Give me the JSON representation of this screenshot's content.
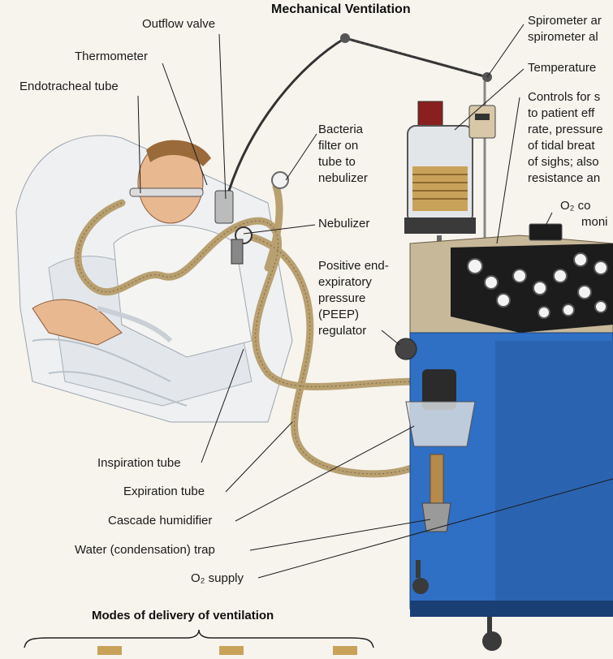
{
  "title": "Mechanical Ventilation",
  "subtitle": "Modes of delivery of ventilation",
  "labels": {
    "outflow_valve": "Outflow valve",
    "thermometer": "Thermometer",
    "endotracheal_tube": "Endotracheal tube",
    "bacteria_filter": [
      "Bacteria",
      "filter on",
      "tube to",
      "nebulizer"
    ],
    "nebulizer": "Nebulizer",
    "peep": [
      "Positive end-",
      "expiratory",
      "pressure",
      "(PEEP)",
      "regulator"
    ],
    "inspiration_tube": "Inspiration tube",
    "expiration_tube": "Expiration tube",
    "cascade_humidifier": "Cascade humidifier",
    "water_trap": "Water (condensation) trap",
    "o2_supply": "O₂ supply",
    "spirometer": [
      "Spirometer ar",
      "spirometer al"
    ],
    "temperature": "Temperature",
    "controls": [
      "Controls for s",
      "to patient eff",
      "rate, pressure",
      "of tidal breat",
      "of sighs; also",
      "resistance an"
    ],
    "o2_monitor": [
      "O₂ co",
      "moni"
    ]
  },
  "colors": {
    "cabinet_blue": "#2f6fc4",
    "panel_tan": "#c8b89a",
    "tube_gold": "#b8a070",
    "skin": "#e8b890",
    "sheet": "#eef0f2"
  }
}
